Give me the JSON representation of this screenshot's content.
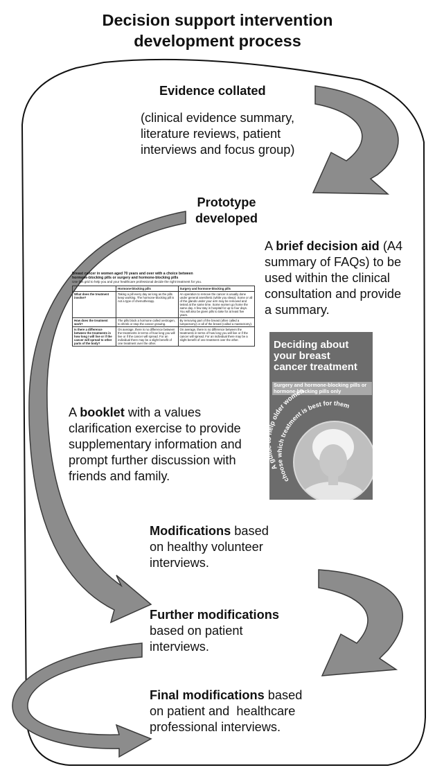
{
  "title": {
    "line1": "Decision support intervention",
    "line2": "development process"
  },
  "steps": {
    "evidence": {
      "heading": "Evidence collated",
      "detail_lines": [
        "(clinical evidence summary,",
        "literature reviews, patient",
        "interviews and focus group)"
      ]
    },
    "prototype": {
      "line1": "Prototype",
      "line2": "developed"
    },
    "brief_aid": {
      "prefix": "A ",
      "bold": "brief decision aid",
      "suffix": " (A4",
      "lines": [
        "summary of FAQs) to be",
        "used within the clinical",
        "consultation and provide",
        "a summary."
      ]
    },
    "booklet": {
      "prefix": "A ",
      "bold": "booklet",
      "suffix": " with a values",
      "lines": [
        "clarification exercise to provide",
        "supplementary information and",
        "prompt further discussion with",
        "friends and family."
      ]
    },
    "modifications": {
      "bold": "Modifications",
      "suffix": " based",
      "lines": [
        "on healthy volunteer",
        "interviews."
      ]
    },
    "further": {
      "bold": "Further modifications",
      "lines": [
        "based on patient",
        "interviews."
      ]
    },
    "final": {
      "bold": "Final modifications",
      "suffix": " based",
      "lines": [
        "on patient and  healthcare",
        "professional interviews."
      ]
    }
  },
  "decision_grid": {
    "title_line1": "Breast cancer in women aged 70 years and over with a choice between",
    "title_line2": "hormone-blocking pills or surgery and hormone-blocking pills",
    "subtitle": "Use this grid to help you and your healthcare professional decide the right treatment for you.",
    "headers": [
      "",
      "Hormone-blocking pills",
      "Surgery and hormone-blocking pills"
    ],
    "rows": [
      [
        "What does the treatment involve?",
        "Taking a pill every day as long as the pills keep working. The hormone-blocking pill is not a type of chemotherapy.",
        "An operation to remove the cancer is usually done under general anesthetic (while you sleep). Some or all of the glands under your arm may be removed and tested at the same time. Some women go home the same day. A few stay in hospital for up to four days. You will also be given pills to take for at least five years."
      ],
      [
        "How does the treatment work?",
        "The pills block a hormone called oestrogen, to shrink or stop the cancer growing.",
        "By removing part of the breast (often called a lumpectomy) or all of the breast (called a mastectomy)."
      ],
      [
        "Is there a difference between the treatments in how long I will live or if the cancer will spread to other parts of the body?",
        "On average, there is no difference between the treatments in terms of how long you will live or if the cancer will spread. For an individual there may be a slight benefit of one treatment over the other.",
        "On average, there is no difference between the treatments in terms of how long you will live or if the cancer will spread. For an individual there may be a slight benefit of one treatment over the other."
      ]
    ]
  },
  "booklet_cover": {
    "title_lines": [
      "Deciding about",
      "your breast",
      "cancer treatment"
    ],
    "subtitle": "Surgery and hormone-blocking pills or hormone-blocking pills only",
    "arc_line1": "A guide to help older women",
    "arc_line2": "choose which treatment is best for them"
  },
  "colors": {
    "arrow_fill": "#8c8c8c",
    "arrow_stroke": "#3a3a3a",
    "frame_stroke": "#111111",
    "cover_bg": "#6c6c6c"
  },
  "icons": [
    "curved-arrow-icon"
  ]
}
